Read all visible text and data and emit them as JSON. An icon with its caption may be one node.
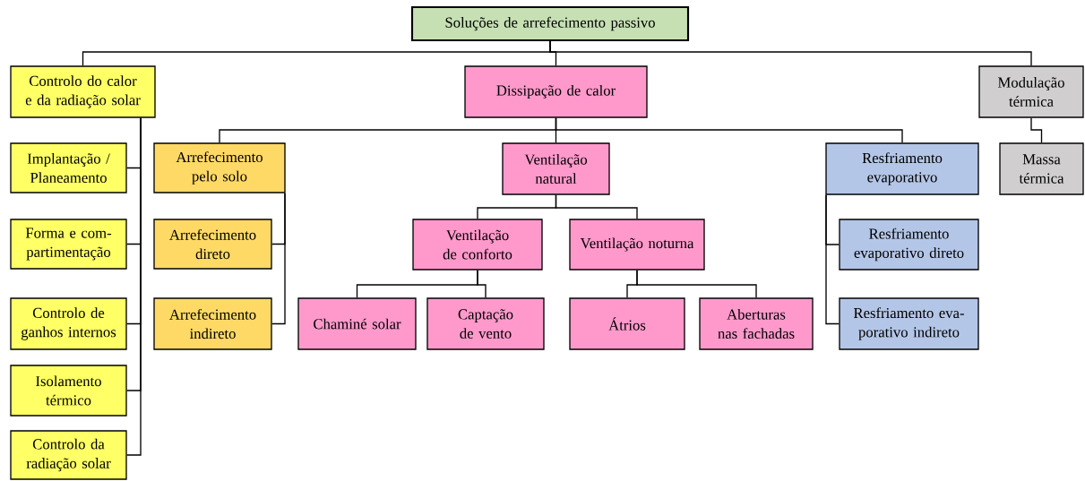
{
  "diagram": {
    "nodes": [
      {
        "text": [
          "Soluções de arrefecimento passivo"
        ]
      },
      {
        "text": [
          "Controlo do calor e da radiação solar"
        ]
      },
      {
        "text": [
          "Dissipação de calor"
        ]
      },
      {
        "text": [
          "Modulação térmica"
        ]
      },
      {
        "text": [
          "Implantação / Planeamento"
        ]
      },
      {
        "text": [
          "Arrefecimento pelo solo"
        ]
      },
      {
        "text": [
          "Ventilação natural"
        ]
      },
      {
        "text": [
          "Resfriamento evaporativo"
        ]
      },
      {
        "text": [
          "Massa térmica"
        ]
      },
      {
        "text": [
          "Forma e com- partimentação"
        ]
      },
      {
        "text": [
          "Arrefecimento direto"
        ]
      },
      {
        "text": [
          "Ventilação de conforto"
        ]
      },
      {
        "text": [
          "Ventilação noturna"
        ]
      },
      {
        "text": [
          "Resfriamento evaporativo direto"
        ]
      },
      {
        "text": [
          "Controlo de ganhos internos"
        ]
      },
      {
        "text": [
          "Arrefecimento indireto"
        ]
      },
      {
        "text": [
          "Chaminé solar"
        ]
      },
      {
        "text": [
          "Captação de vento"
        ]
      },
      {
        "text": [
          "Átrios"
        ]
      },
      {
        "text": [
          "Aberturas nas fachadas"
        ]
      },
      {
        "text": [
          "Resfriamento eva- porativo indireto"
        ]
      },
      {
        "text": [
          "Isolamento térmico"
        ]
      },
      {
        "text": [
          "Controlo da radiação solar"
        ]
      }
    ],
    "edges": [
      {
        "from": 0,
        "to": 1,
        "arrow": "none"
      },
      {
        "from": 0,
        "to": 2,
        "arrow": "none"
      },
      {
        "from": 0,
        "to": 3,
        "arrow": "none"
      },
      {
        "from": 1,
        "to": 4,
        "arrow": "none"
      },
      {
        "from": 1,
        "to": 9,
        "arrow": "none"
      },
      {
        "from": 1,
        "to": 14,
        "arrow": "none"
      },
      {
        "from": 1,
        "to": 21,
        "arrow": "none"
      },
      {
        "from": 1,
        "to": 22,
        "arrow": "none"
      },
      {
        "from": 2,
        "to": 5,
        "arrow": "none"
      },
      {
        "from": 2,
        "to": 6,
        "arrow": "none"
      },
      {
        "from": 2,
        "to": 7,
        "arrow": "none"
      },
      {
        "from": 3,
        "to": 8,
        "arrow": "none"
      },
      {
        "from": 5,
        "to": 10,
        "arrow": "none"
      },
      {
        "from": 5,
        "to": 15,
        "arrow": "none"
      },
      {
        "from": 6,
        "to": 11,
        "arrow": "none"
      },
      {
        "from": 6,
        "to": 12,
        "arrow": "none"
      },
      {
        "from": 7,
        "to": 13,
        "arrow": "none"
      },
      {
        "from": 7,
        "to": 20,
        "arrow": "none"
      },
      {
        "from": 11,
        "to": 16,
        "arrow": "none"
      },
      {
        "from": 11,
        "to": 17,
        "arrow": "none"
      },
      {
        "from": 12,
        "to": 18,
        "arrow": "none"
      },
      {
        "from": 12,
        "to": 19,
        "arrow": "none"
      }
    ]
  }
}
